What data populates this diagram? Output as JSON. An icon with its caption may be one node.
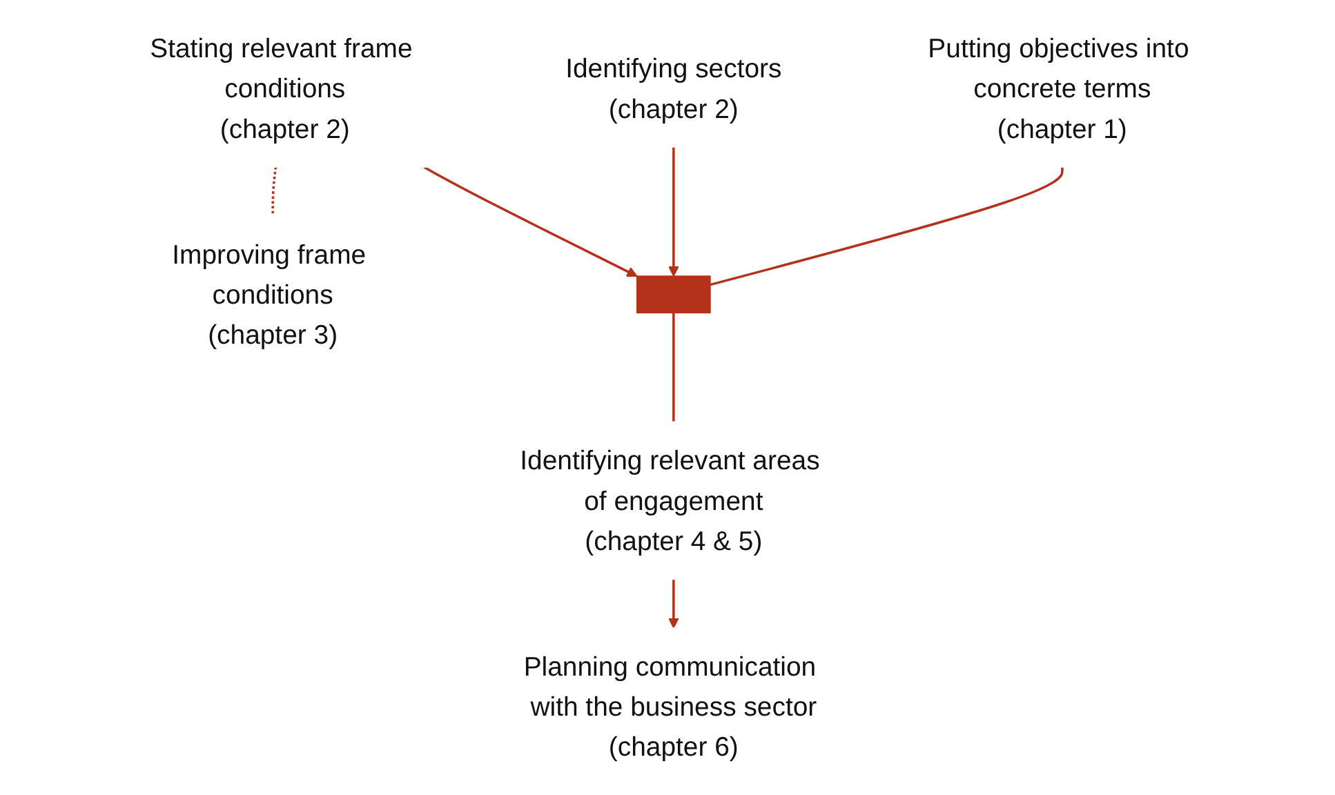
{
  "diagram": {
    "nodes": [
      {
        "text": [
          "Putting objectives into concrete terms",
          "(chapter 1)"
        ]
      },
      {
        "text": [
          "Identifying sectors",
          "(chapter 2)"
        ]
      },
      {
        "text": [
          "Stating relevant frame conditions",
          "(chapter 2)"
        ]
      },
      {
        "text": [
          "Identifying relevant areas of engagement",
          "(chapter 4 & 5)"
        ]
      },
      {
        "text": [
          "Planning communication with the business sector",
          "(chapter 6)"
        ]
      },
      {
        "text": [
          "Improving frame conditions",
          "(chapter 3)"
        ]
      },
      {
        "text": [],
        "shape": "bar"
      }
    ],
    "edges": [
      {
        "from": 0,
        "to": 6,
        "arrow": "none"
      },
      {
        "from": 1,
        "to": 6,
        "arrow": "to"
      },
      {
        "from": 2,
        "to": 6,
        "arrow": "to"
      },
      {
        "from": 6,
        "to": 3,
        "arrow": "none"
      },
      {
        "from": 3,
        "to": 4,
        "arrow": "to"
      },
      {
        "from": 2,
        "to": 5,
        "arrow": "none",
        "style": "dashed"
      }
    ]
  }
}
